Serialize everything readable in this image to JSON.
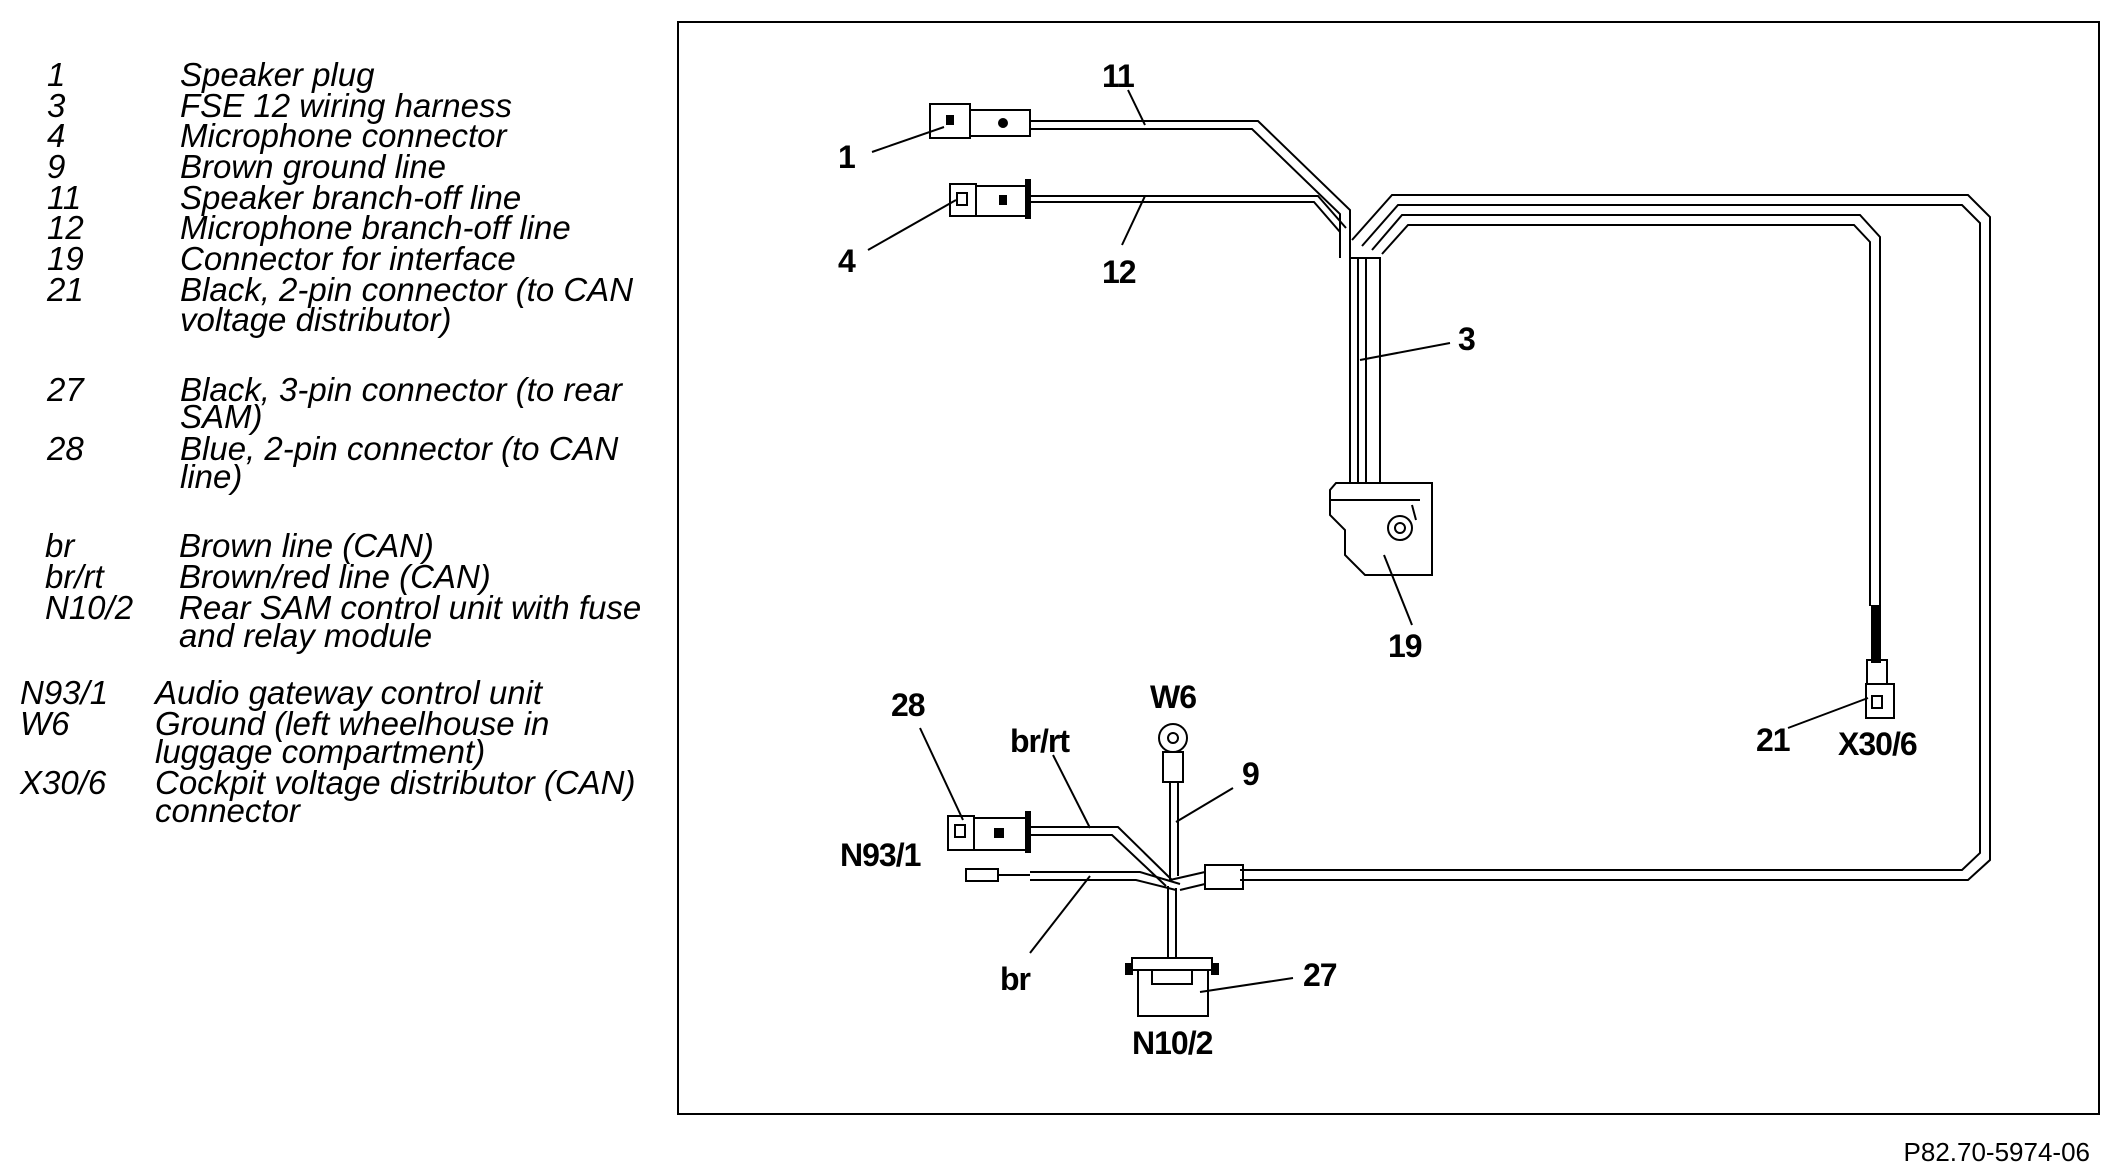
{
  "legend": [
    {
      "key": "1",
      "lines": [
        "Speaker plug"
      ]
    },
    {
      "key": "3",
      "lines": [
        "FSE 12 wiring harness"
      ]
    },
    {
      "key": "4",
      "lines": [
        "Microphone connector"
      ]
    },
    {
      "key": "9",
      "lines": [
        "Brown ground line"
      ]
    },
    {
      "key": "11",
      "lines": [
        "Speaker branch-off line"
      ]
    },
    {
      "key": "12",
      "lines": [
        "Microphone branch-off line"
      ]
    },
    {
      "key": "19",
      "lines": [
        "Connector for interface"
      ]
    },
    {
      "key": "21",
      "lines": [
        "Black, 2-pin connector (to CAN",
        "voltage distributor)"
      ]
    },
    {
      "key": "27",
      "lines": [
        "Black, 3-pin connector (to rear",
        "SAM)"
      ]
    },
    {
      "key": "28",
      "lines": [
        "Blue, 2-pin connector (to CAN",
        "line)"
      ]
    },
    {
      "key": "br",
      "lines": [
        "Brown line (CAN)"
      ]
    },
    {
      "key": "br/rt",
      "lines": [
        "Brown/red line (CAN)"
      ]
    },
    {
      "key": "N10/2",
      "lines": [
        "Rear SAM control unit with fuse",
        "and relay module"
      ]
    },
    {
      "key": "N93/1",
      "lines": [
        "Audio gateway control unit"
      ]
    },
    {
      "key": "W6",
      "lines": [
        "Ground (left wheelhouse in",
        "luggage compartment)"
      ]
    },
    {
      "key": "X30/6",
      "lines": [
        "Cockpit voltage distributor (CAN)",
        "connector"
      ]
    }
  ],
  "callouts": {
    "c1": "1",
    "c4": "4",
    "c11": "11",
    "c12": "12",
    "c3": "3",
    "c19": "19",
    "c21": "21",
    "c21b": "X30/6",
    "c28": "28",
    "cbrrt": "br/rt",
    "cw6": "W6",
    "c9": "9",
    "cn93": "N93/1",
    "cbr": "br",
    "c27": "27",
    "cn10": "N10/2"
  },
  "figure_ref": "P82.70-5974-06"
}
